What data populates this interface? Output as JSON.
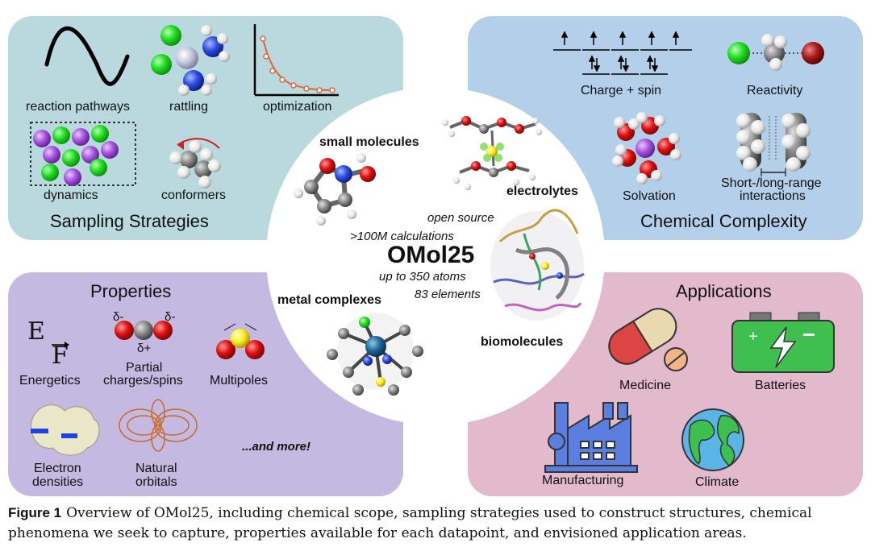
{
  "sampling": {
    "title": "Sampling Strategies",
    "reaction_pathways": "reaction pathways",
    "rattling": "rattling",
    "optimization": "optimization",
    "dynamics": "dynamics",
    "conformers": "conformers"
  },
  "complexity": {
    "title": "Chemical Complexity",
    "charge_spin": "Charge + spin",
    "reactivity": "Reactivity",
    "solvation": "Solvation",
    "interactions_line1": "Short-/long-range",
    "interactions_line2": "interactions"
  },
  "properties": {
    "title": "Properties",
    "energetics": "Energetics",
    "partial_line1": "Partial",
    "partial_line2": "charges/spins",
    "multipoles": "Multipoles",
    "densities_line1": "Electron",
    "densities_line2": "densities",
    "orbitals_line1": "Natural",
    "orbitals_line2": "orbitals",
    "more": "...and more!",
    "energy_symbol": "E",
    "force_symbol": "F",
    "delta_minus": "δ-",
    "delta_plus": "δ+"
  },
  "applications": {
    "title": "Applications",
    "medicine": "Medicine",
    "batteries": "Batteries",
    "manufacturing": "Manufacturing",
    "climate": "Climate"
  },
  "center": {
    "small_molecules": "small molecules",
    "electrolytes": "electrolytes",
    "open_source": "open source",
    "calculations": ">100M calculations",
    "name": "OMol25",
    "atoms": "up to 350 atoms",
    "elements": "83 elements",
    "metal_complexes": "metal complexes",
    "biomolecules": "biomolecules"
  },
  "caption": {
    "label": "Figure 1",
    "text": "Overview of OMol25, including chemical scope, sampling strategies used to construct structures, chemical phenomena we seek to capture, properties available for each datapoint, and envisioned application areas."
  },
  "colors": {
    "sampling_bg": "#b9d9de",
    "complexity_bg": "#b3cfea",
    "properties_bg": "#c4b9e0",
    "applications_bg": "#e3b9cc",
    "atom_green": "#22dd22",
    "atom_red": "#dd1111",
    "atom_blue": "#2b4de0",
    "atom_purple": "#a855e0",
    "atom_grey": "#8a8a8a",
    "atom_white": "#eeeeee"
  }
}
